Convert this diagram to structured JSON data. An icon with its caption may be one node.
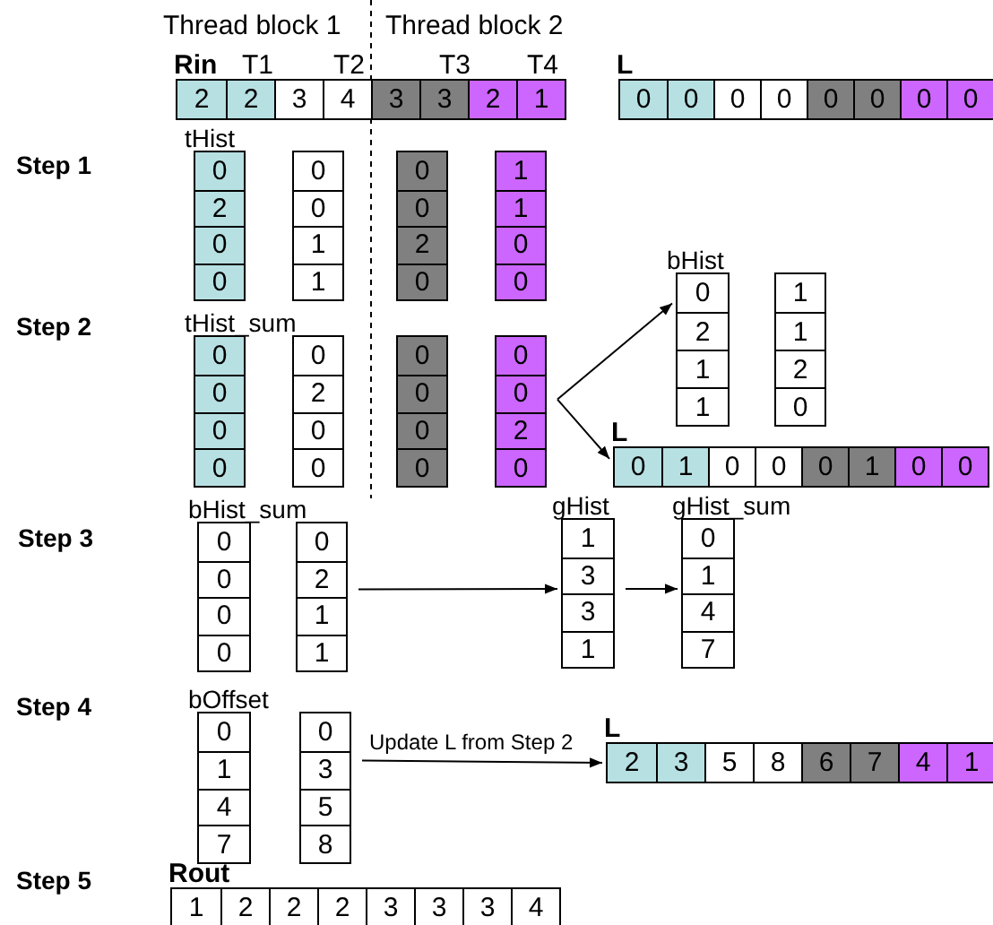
{
  "diagram": {
    "nodes": [
      {
        "text": [
          "2",
          "2",
          "3",
          "4",
          "3",
          "3",
          "2",
          "1"
        ],
        "beside": [
          "Rin"
        ]
      },
      {
        "text": [
          "0",
          "0",
          "0",
          "0",
          "0",
          "0",
          "0",
          "0"
        ],
        "beside": [
          "L"
        ]
      },
      {
        "text": [
          "0",
          "2",
          "0",
          "0"
        ],
        "beside": [
          "tHist"
        ]
      },
      {
        "text": [
          "0",
          "0",
          "1",
          "1"
        ]
      },
      {
        "text": [
          "0",
          "0",
          "2",
          "0"
        ]
      },
      {
        "text": [
          "1",
          "1",
          "0",
          "0"
        ]
      },
      {
        "text": [
          "0",
          "2",
          "1",
          "1"
        ],
        "beside": [
          "bHist"
        ]
      },
      {
        "text": [
          "1",
          "1",
          "2",
          "0"
        ]
      },
      {
        "text": [
          "0",
          "0",
          "0",
          "0"
        ],
        "beside": [
          "tHist_sum"
        ]
      },
      {
        "text": [
          "0",
          "2",
          "0",
          "0"
        ]
      },
      {
        "text": [
          "0",
          "0",
          "0",
          "0"
        ]
      },
      {
        "text": [
          "0",
          "0",
          "2",
          "0"
        ]
      },
      {
        "text": [
          "0",
          "1",
          "0",
          "0",
          "0",
          "1",
          "0",
          "0"
        ],
        "beside": [
          "L"
        ]
      },
      {
        "text": [
          "0",
          "0",
          "0",
          "0"
        ],
        "beside": [
          "bHist_sum"
        ]
      },
      {
        "text": [
          "0",
          "2",
          "1",
          "1"
        ]
      },
      {
        "text": [
          "1",
          "3",
          "3",
          "1"
        ],
        "beside": [
          "gHist"
        ]
      },
      {
        "text": [
          "0",
          "1",
          "4",
          "7"
        ],
        "beside": [
          "gHist_sum"
        ]
      },
      {
        "text": [
          "0",
          "1",
          "4",
          "7"
        ],
        "beside": [
          "bOffset"
        ]
      },
      {
        "text": [
          "0",
          "3",
          "5",
          "8"
        ]
      },
      {
        "text": [
          "2",
          "3",
          "5",
          "8",
          "6",
          "7",
          "4",
          "1"
        ],
        "beside": [
          "L"
        ]
      },
      {
        "text": [
          "1",
          "2",
          "2",
          "2",
          "3",
          "3",
          "3",
          "4"
        ],
        "beside": [
          "Rout"
        ]
      }
    ],
    "edges": [
      {
        "from": 11,
        "to": 6,
        "arrow": "to"
      },
      {
        "from": 11,
        "to": 12,
        "arrow": "to"
      },
      {
        "from": 14,
        "to": 15,
        "arrow": "to"
      },
      {
        "from": 15,
        "to": 16,
        "arrow": "to"
      },
      {
        "from": 18,
        "to": 19,
        "arrow": "to",
        "label": "Update L from Step 2"
      }
    ],
    "labels": [
      "Thread block 1",
      "Thread block 2",
      "T1",
      "T2",
      "T3",
      "T4",
      "Step 1",
      "Step 2",
      "Step 3",
      "Step 4",
      "Step 5"
    ]
  }
}
